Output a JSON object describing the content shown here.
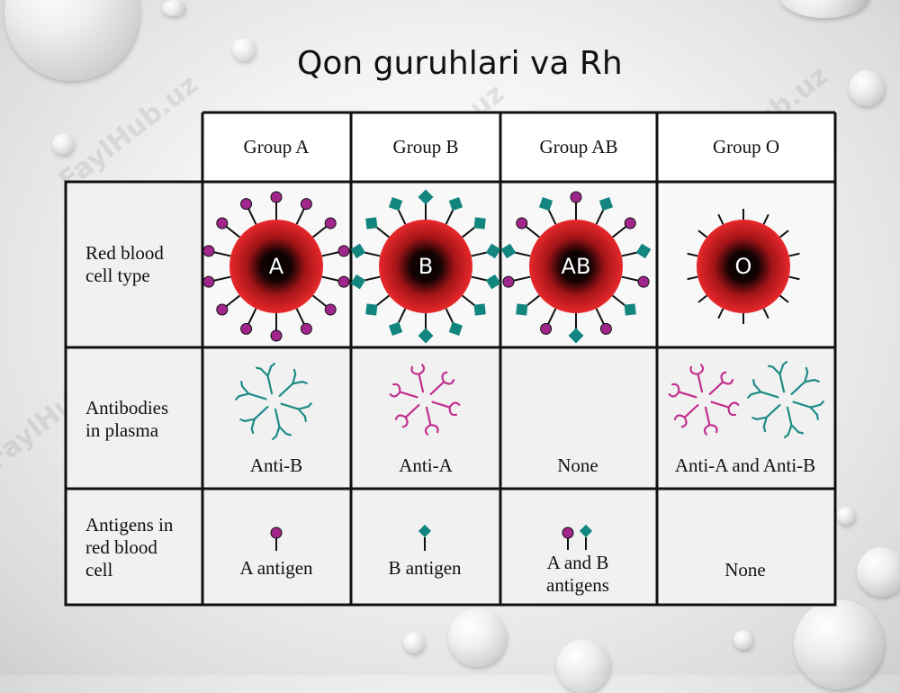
{
  "title": "Qon guruhlari va Rh",
  "watermark": "FaylHub.uz",
  "groups": [
    "Group A",
    "Group B",
    "Group AB",
    "Group O"
  ],
  "row_labels": {
    "rbc": [
      "Red blood",
      "cell type"
    ],
    "antibodies": [
      "Antibodies",
      "in plasma"
    ],
    "antigens": [
      "Antigens in",
      "red blood",
      "cell"
    ]
  },
  "cell_letters": [
    "A",
    "B",
    "AB",
    "O"
  ],
  "antibodies": [
    "Anti-B",
    "Anti-A",
    "None",
    "Anti-A and Anti-B"
  ],
  "antigens": [
    "A antigen",
    "B antigen",
    [
      "A and B",
      "antigens"
    ],
    "None"
  ],
  "colors": {
    "anti_a": "#c2308f",
    "anti_b": "#1e8c86",
    "a_antigen": "#a1268b",
    "b_antigen": "#12857e",
    "rbc_red": "#e8282b"
  }
}
